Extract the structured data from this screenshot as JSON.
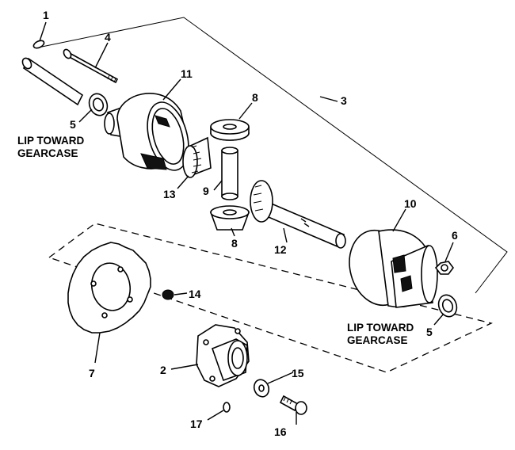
{
  "callouts": [
    {
      "id": "c1",
      "text": "1"
    },
    {
      "id": "c2",
      "text": "2"
    },
    {
      "id": "c3",
      "text": "3"
    },
    {
      "id": "c4",
      "text": "4"
    },
    {
      "id": "c5a",
      "text": "5"
    },
    {
      "id": "c5b",
      "text": "5"
    },
    {
      "id": "c6",
      "text": "6"
    },
    {
      "id": "c7",
      "text": "7"
    },
    {
      "id": "c8a",
      "text": "8"
    },
    {
      "id": "c8b",
      "text": "8"
    },
    {
      "id": "c9",
      "text": "9"
    },
    {
      "id": "c10",
      "text": "10"
    },
    {
      "id": "c11",
      "text": "11"
    },
    {
      "id": "c12",
      "text": "12"
    },
    {
      "id": "c13",
      "text": "13"
    },
    {
      "id": "c14",
      "text": "14"
    },
    {
      "id": "c15",
      "text": "15"
    },
    {
      "id": "c16",
      "text": "16"
    },
    {
      "id": "c17",
      "text": "17"
    }
  ],
  "notes": {
    "left_line1": "LIP TOWARD",
    "left_line2": "GEARCASE",
    "right_line1": "LIP TOWARD",
    "right_line2": "GEARCASE"
  }
}
